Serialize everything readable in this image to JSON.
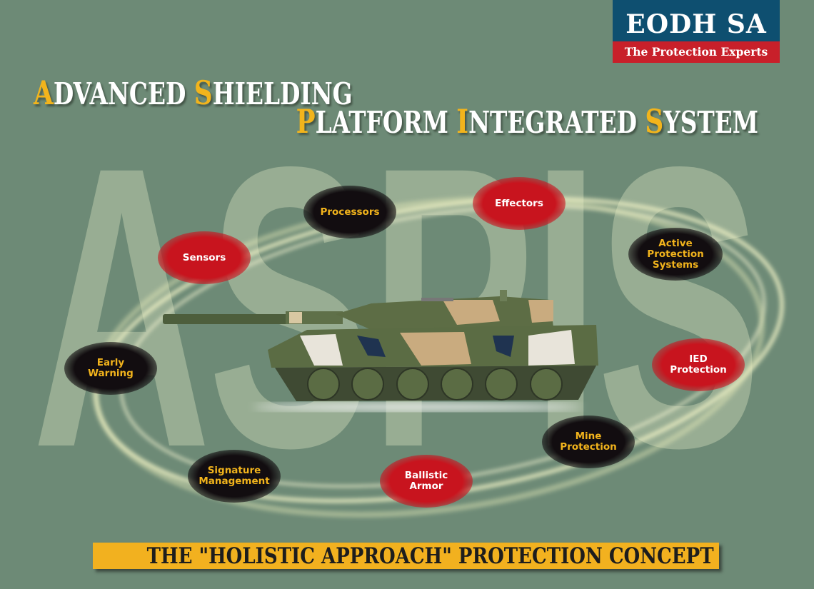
{
  "watermark": "ASPIS",
  "logo": {
    "name": "EODH SA",
    "tagline": "The Protection Experts"
  },
  "title": {
    "line1": [
      {
        "cap": "A",
        "rest": "DVANCED "
      },
      {
        "cap": "S",
        "rest": "HIELDING"
      }
    ],
    "line2": [
      {
        "cap": "P",
        "rest": "LATFORM "
      },
      {
        "cap": "I",
        "rest": "NTEGRATED "
      },
      {
        "cap": "S",
        "rest": "YSTEM"
      }
    ]
  },
  "nodes": [
    {
      "label": "Processors",
      "color": "black"
    },
    {
      "label": "Effectors",
      "color": "red"
    },
    {
      "label": "Sensors",
      "color": "red"
    },
    {
      "label": "Active Protection Systems",
      "color": "black"
    },
    {
      "label": "Early Warning",
      "color": "black"
    },
    {
      "label": "IED Protection",
      "color": "red"
    },
    {
      "label": "Mine Protection",
      "color": "black"
    },
    {
      "label": "Signature Management",
      "color": "black"
    },
    {
      "label": "Ballistic Armor",
      "color": "red"
    }
  ],
  "banner": "THE \"HOLISTIC APPROACH\" PROTECTION CONCEPT",
  "colors": {
    "background": "#6d8a76",
    "accent": "#f2b41c",
    "red": "#c8141e",
    "logo_blue": "#0e4f70"
  }
}
